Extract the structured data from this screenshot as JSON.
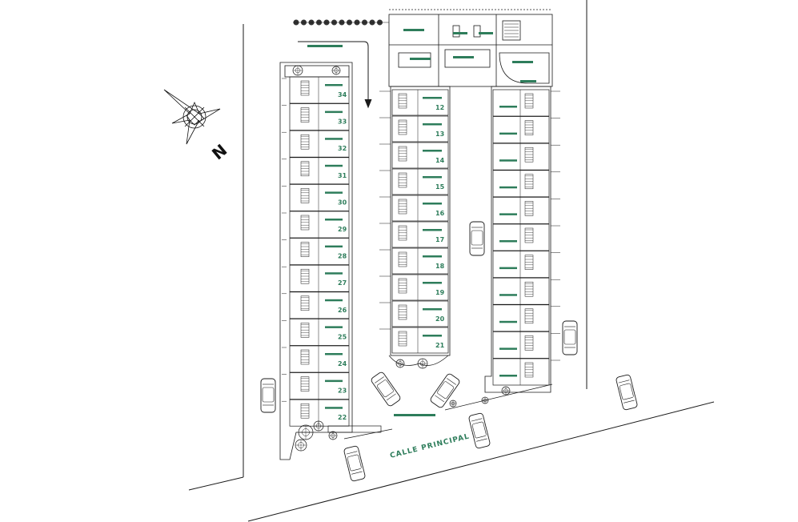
{
  "north_label": "N",
  "street_label": "CALLE PRINCIPAL",
  "units_left": [
    "34",
    "33",
    "32",
    "31",
    "30",
    "29",
    "28",
    "27",
    "26",
    "25",
    "24",
    "23",
    "22"
  ],
  "units_center": [
    "12",
    "13",
    "14",
    "15",
    "16",
    "17",
    "18",
    "19",
    "20",
    "21"
  ],
  "colors": {
    "line": "#1a1a1a",
    "label_green": "#2e7d5b",
    "fill_light": "#f4f4f4"
  },
  "icons": [
    "north-arrow-icon",
    "car-icon",
    "tree-icon",
    "stair-icon"
  ]
}
